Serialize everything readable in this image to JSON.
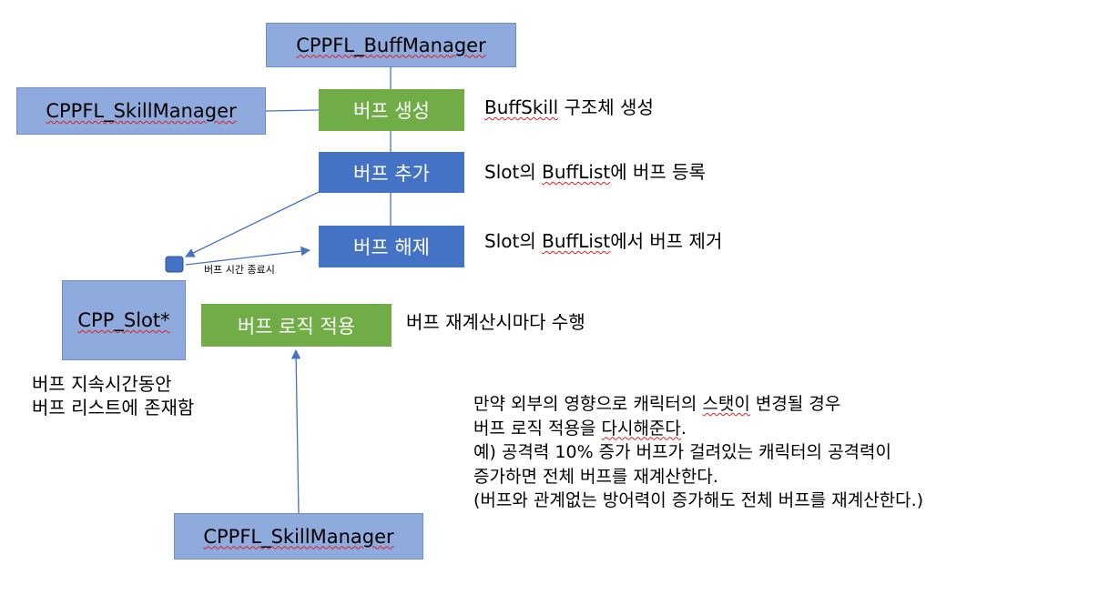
{
  "nodes": {
    "buff_manager": "CPPFL_BuffManager",
    "skill_manager_top": "CPPFL_SkillManager",
    "buff_create": "버프 생성",
    "buff_add": "버프 추가",
    "buff_remove": "버프 해제",
    "slot": "CPP_Slot*",
    "buff_logic": "버프 로직 적용",
    "skill_manager_bottom": "CPPFL_SkillManager"
  },
  "descriptions": {
    "create_prefix": "BuffSkill",
    "create_suffix": " 구조체 생성",
    "add_prefix": "Slot의 ",
    "add_mid": "BuffList",
    "add_suffix": "에 버프 등록",
    "remove_prefix": "Slot의 ",
    "remove_mid": "BuffList",
    "remove_suffix": "에서 버프 제거",
    "logic": "버프 재계산시마다 수행",
    "timer_end": "버프 시간 종료시"
  },
  "slot_note": {
    "line1": "버프 지속시간동안",
    "line2": "버프 리스트에 존재함"
  },
  "note": {
    "line1_a": "만약 외부의 영향으로 캐릭터의 ",
    "line1_b": "스탯이",
    "line1_c": " 변경될 경우",
    "line2_a": "버프 로직 적용을 ",
    "line2_b": "다시해준다",
    "line2_c": ".",
    "line3": "예) 공격력 10% 증가 버프가 걸려있는 캐릭터의 공격력이",
    "line4": "증가하면 전체 버프를 재계산한다.",
    "line5": "(버프와 관계없는 방어력이 증가해도 전체 버프를 재계산한다.)"
  },
  "colors": {
    "manager_fill": "#8faadc",
    "green_fill": "#70ad47",
    "blue_fill": "#4472c4",
    "connector": "#4472c4"
  }
}
